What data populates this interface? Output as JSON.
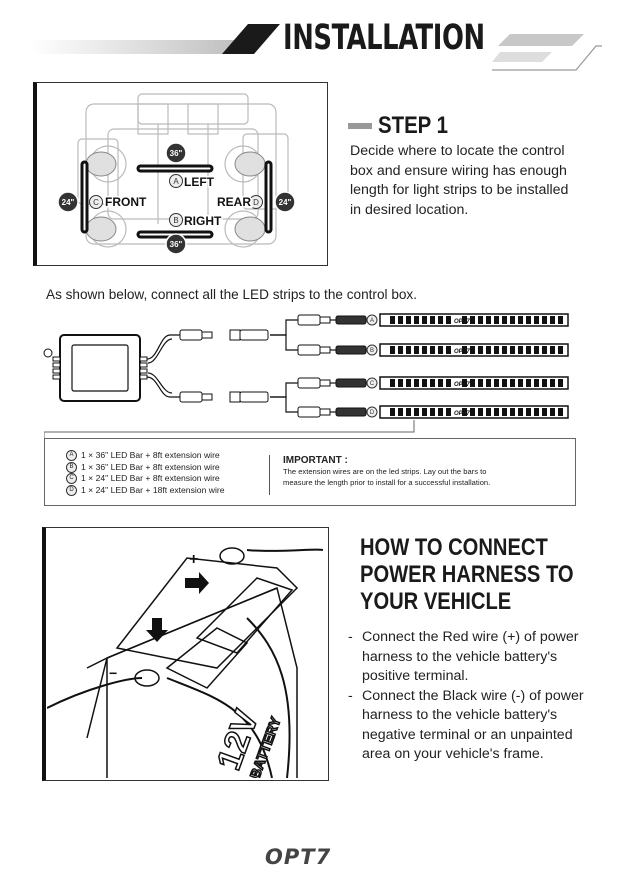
{
  "header": {
    "title": "INSTALLATION"
  },
  "step1": {
    "title": "STEP 1",
    "text_lines": [
      "Decide where to locate the control",
      "box and ensure wiring has enough",
      "length for light strips to be installed",
      "in desired location."
    ]
  },
  "vehicle_diagram": {
    "labels": {
      "left": "LEFT",
      "right": "RIGHT",
      "front": "FRONT",
      "rear": "REAR"
    },
    "letters": {
      "a": "A",
      "b": "B",
      "c": "C",
      "d": "D"
    },
    "sizes": {
      "top": "36\"",
      "bottom": "36\"",
      "front": "24\"",
      "rear": "24\""
    }
  },
  "wiring": {
    "intro": "As shown below, connect all the LED strips to the control box.",
    "strip_letters": [
      "A",
      "B",
      "C",
      "D"
    ],
    "strip_brand": "OPT7"
  },
  "legend": {
    "items": [
      {
        "letter": "A",
        "text": "1 × 36\" LED Bar + 8ft extension wire"
      },
      {
        "letter": "B",
        "text": "1 × 36\" LED Bar + 8ft extension wire"
      },
      {
        "letter": "C",
        "text": "1 × 24\" LED Bar + 8ft extension wire"
      },
      {
        "letter": "D",
        "text": "1 × 24\" LED Bar + 18ft extension wire"
      }
    ],
    "important_title": "IMPORTANT :",
    "important_lines": [
      "The extension wires are on the led strips. Lay out the bars to",
      "measure the length prior to install for a successful installation."
    ]
  },
  "power": {
    "title_lines": [
      "HOW TO CONNECT",
      "POWER HARNESS TO",
      "YOUR VEHICLE"
    ],
    "bullets": [
      {
        "dash": "-",
        "lines": [
          "Connect the Red wire (+) of power",
          "harness to the vehicle battery's",
          "positive terminal."
        ]
      },
      {
        "dash": "-",
        "lines": [
          "Connect the Black wire (-) of power",
          "harness to the vehicle battery's",
          "negative terminal or an unpainted",
          "area on your vehicle's frame."
        ]
      }
    ],
    "battery_label": "12V",
    "battery_sub": "BATTERY"
  },
  "footer": {
    "logo": "OPT7"
  }
}
